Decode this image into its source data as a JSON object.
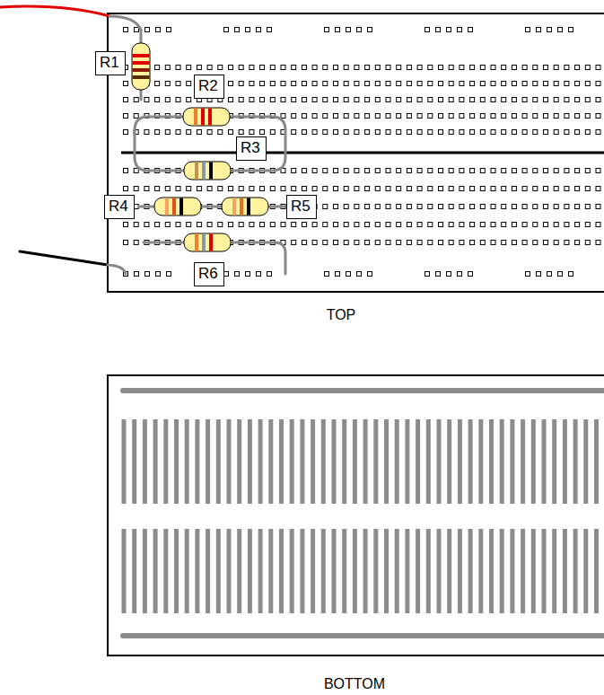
{
  "diagram": {
    "nodes": [
      {
        "text": [
          "R1"
        ]
      },
      {
        "text": [
          "R2"
        ]
      },
      {
        "text": [
          "R3"
        ]
      },
      {
        "text": [
          "R4"
        ]
      },
      {
        "text": [
          "R5"
        ]
      },
      {
        "text": [
          "R6"
        ]
      }
    ],
    "labels": [
      "TOP",
      "BOTTOM"
    ]
  }
}
